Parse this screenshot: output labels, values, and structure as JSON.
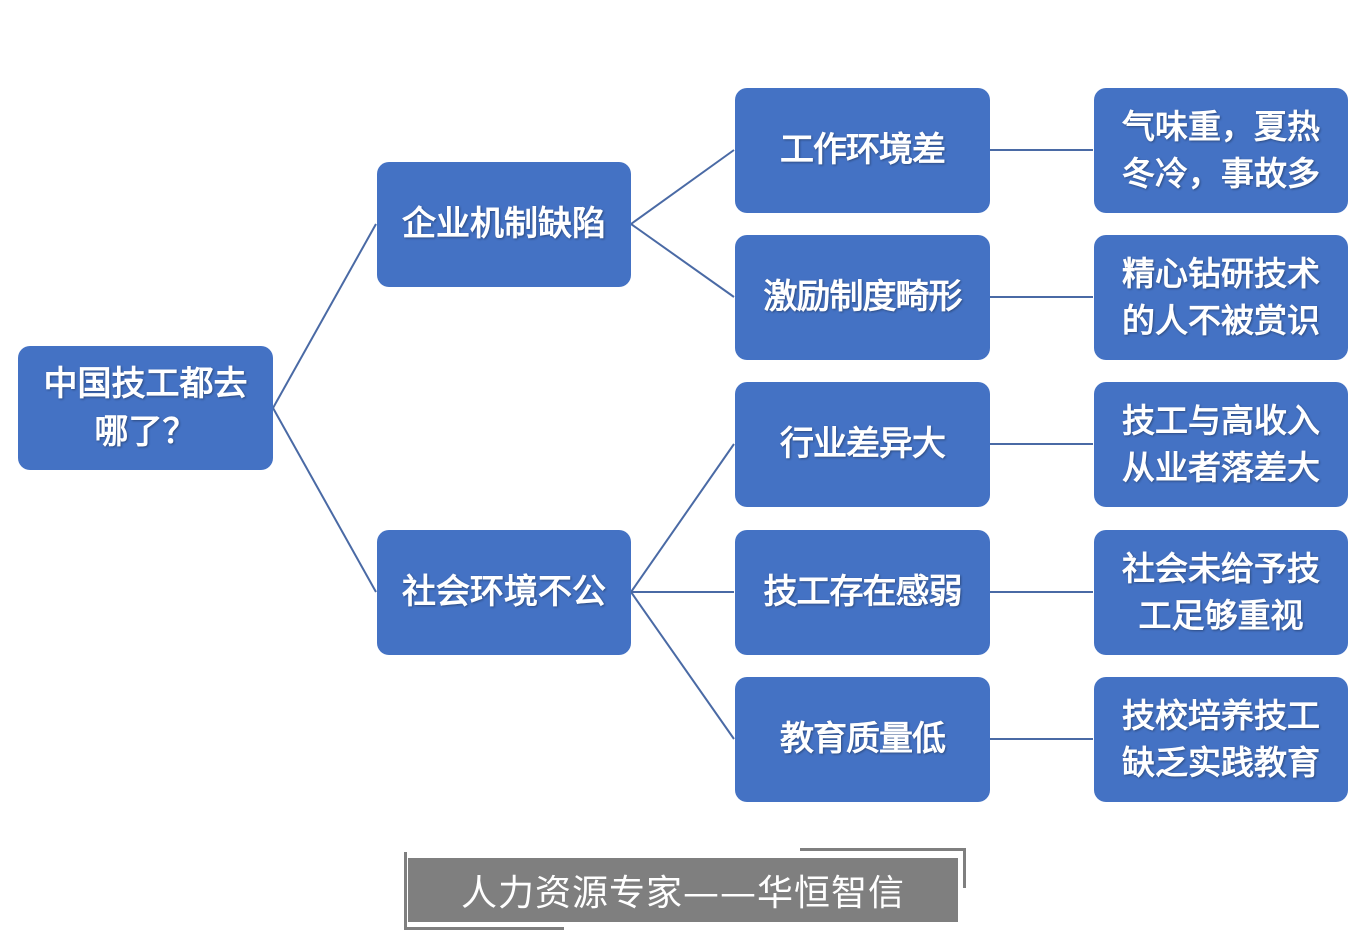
{
  "root": {
    "line1": "中国技工都去",
    "line2": "哪了？"
  },
  "branches": [
    {
      "label": "企业机制缺陷"
    },
    {
      "label": "社会环境不公"
    }
  ],
  "causes": [
    {
      "label": "工作环境差",
      "detail": [
        "气味重，夏热",
        "冬冷，事故多"
      ]
    },
    {
      "label": "激励制度畸形",
      "detail": [
        "精心钻研技术",
        "的人不被赏识"
      ]
    },
    {
      "label": "行业差异大",
      "detail": [
        "技工与高收入",
        "从业者落差大"
      ]
    },
    {
      "label": "技工存在感弱",
      "detail": [
        "社会未给予技",
        "工足够重视"
      ]
    },
    {
      "label": "教育质量低",
      "detail": [
        "技校培养技工",
        "缺乏实践教育"
      ]
    }
  ],
  "footer": {
    "text": "人力资源专家——华恒智信"
  },
  "colors": {
    "node_fill": "#4472c4",
    "connector": "#4a6aa5",
    "footer_fill": "#7f7f7f"
  }
}
